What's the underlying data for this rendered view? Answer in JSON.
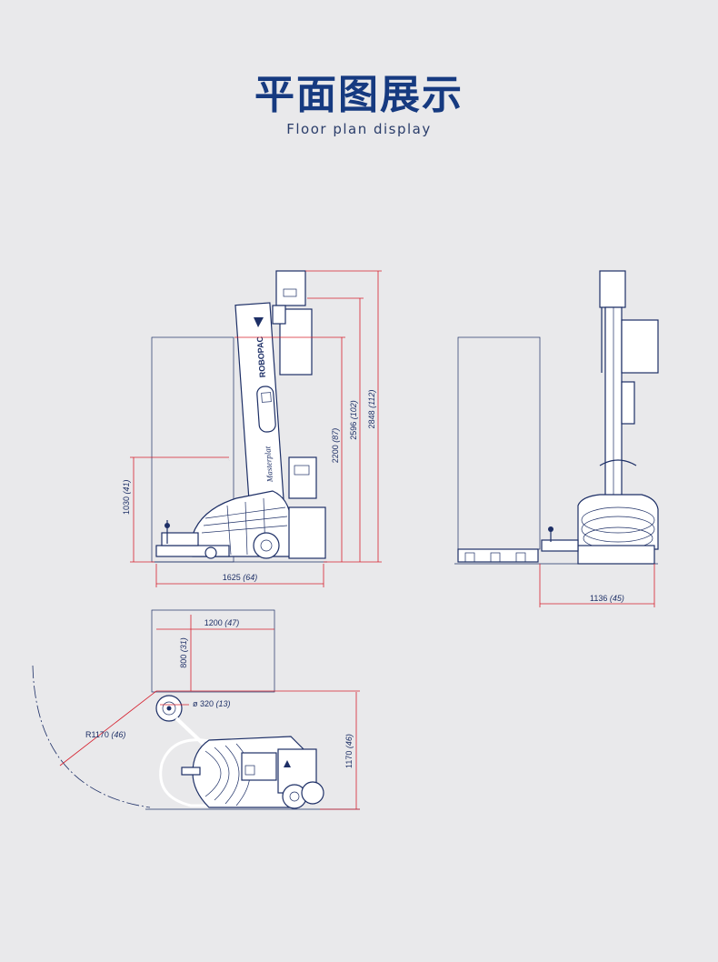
{
  "header": {
    "title": "平面图展示",
    "subtitle": "Floor plan display"
  },
  "side_view": {
    "brand_label": "ROBOPAC",
    "model_label": "Masterplat",
    "dim_1030": {
      "value": "1030",
      "unit": "(41)"
    },
    "dim_1625": {
      "value": "1625",
      "unit": "(64)"
    },
    "dim_2200": {
      "value": "2200",
      "unit": "(87)"
    },
    "dim_2596": {
      "value": "2596",
      "unit": "(102)"
    },
    "dim_2848": {
      "value": "2848",
      "unit": "(112)"
    }
  },
  "front_view": {
    "dim_1136": {
      "value": "1136",
      "unit": "(45)"
    }
  },
  "top_view": {
    "dim_1200": {
      "value": "1200",
      "unit": "(47)"
    },
    "dim_800": {
      "value": "800",
      "unit": "(31)"
    },
    "dim_320": {
      "value": "ø 320",
      "unit": "(13)"
    },
    "dim_r1170": {
      "value": "R1170",
      "unit": "(46)"
    },
    "dim_1170": {
      "value": "1170",
      "unit": "(46)"
    }
  },
  "colors": {
    "title": "#163a80",
    "ink": "#1d2f66",
    "dimension_line": "#d6202e",
    "background": "#e9e9eb"
  }
}
